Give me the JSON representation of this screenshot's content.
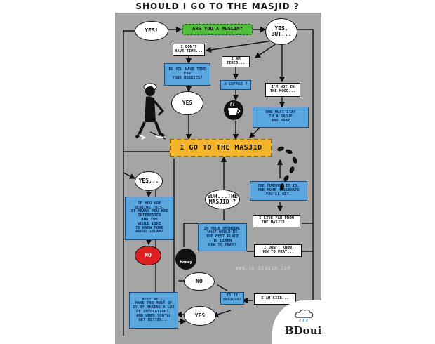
{
  "title": "SHOULD I GO TO THE MASJID ?",
  "nodes": {
    "yes_excl": "YES!",
    "are_you_muslim": "ARE YOU A MUSLIM?",
    "yes_but": "YES,\nBUT...",
    "dont_have_time": "I DON'T\nHAVE TIME...",
    "time_hobbies": "DO YOU HAVE TIME\nFOR\nYOUR HOBBIES?",
    "yes_1": "YES",
    "am_tired": "I AM\nTIRED...",
    "a_coffee": "A COFFEE ?",
    "not_in_mood": "I'M NOT IN\nTHE MOOD...",
    "pray_group": "ONE MUST STAY\nIN A GROUP\nAND PRAY",
    "go_masjid": "I GO TO THE MASJID",
    "yes_dots": "YES...",
    "reading_this": "IF YOU ARE\nREADING THIS,\nIT MEANS YOU ARE\nINTERESTED\nAND YOU\nWOULD LIKE\nTO KNOW MORE\nABOUT ISLAM?",
    "no_red": "NO",
    "euh_masjid": "EUH...THE\nMASJID ?",
    "further_it_is": "THE FURTHER IT IS,\nTHE MORE HASSANATS\nYOU'LL GET.",
    "live_far": "I LIVE FAR FROM\nTHE MASJID...",
    "best_place": "IN YOUR OPINION,\nWHAT WOULD BE\nTHE BEST PLACE\nTO LEARN\nHOW TO PRAY?",
    "dont_know_pray": "I DON'T KNOW\nHOW TO PRAY...",
    "honey_label": "honey",
    "no_2": "NO",
    "is_it_serious": "IS IT\nSERIOUS?",
    "am_sick": "I AM SICK...",
    "rest_well": "REST WELL,\nMAKE THE MOST OF\nIT BY MAKING A LOT\nOF INVOCATIONS,\nAND WHEN YOU'LL\nGET BETTER...",
    "yes_2": "YES"
  },
  "watermark": "WWW.JE-BDOUIN.COM",
  "logo": "BDouin",
  "colors": {
    "panel": "#a5a5a5",
    "blue_box": "#5aa7e0",
    "center_box": "#f4b52a",
    "green_box": "#4fbf3a",
    "red_oval": "#e02020"
  },
  "icons": [
    "person-figure-icon",
    "coffee-cup-icon",
    "footprints-icon",
    "honey-jar-icon",
    "cloud-icon"
  ]
}
